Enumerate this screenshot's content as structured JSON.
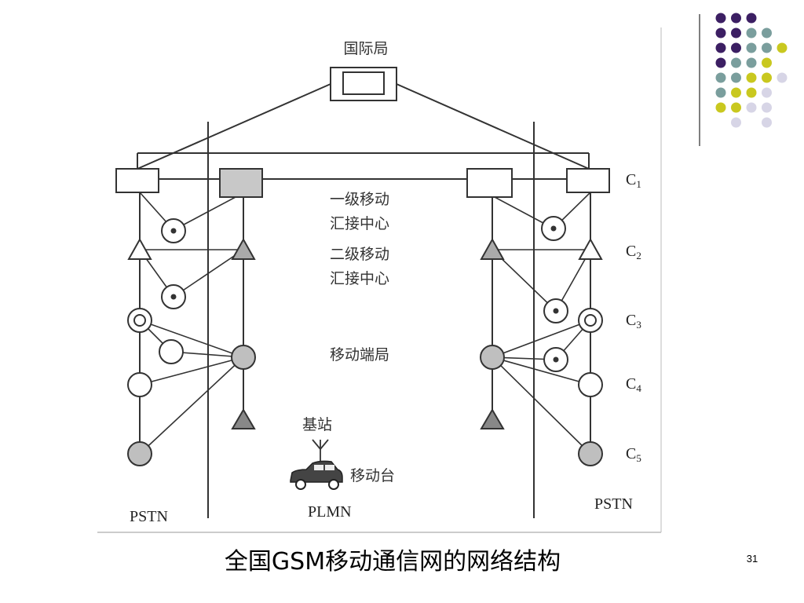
{
  "slide": {
    "caption": "全国GSM移动通信网的网络结构",
    "page_number": "31"
  },
  "diagram": {
    "top_node_label": "国际局",
    "level_labels": [
      "C1",
      "C2",
      "C3",
      "C4",
      "C5"
    ],
    "center_labels": {
      "tier1_line1": "一级移动",
      "tier1_line2": "汇接中心",
      "tier2_line1": "二级移动",
      "tier2_line2": "汇接中心",
      "end_office": "移动端局",
      "base_station": "基站",
      "mobile_station": "移动台"
    },
    "network_labels": {
      "left": "PSTN",
      "center": "PLMN",
      "right": "PSTN"
    }
  },
  "colors": {
    "purple": "#3c1f63",
    "teal": "#7a9e9d",
    "yellow": "#c9c81f",
    "lavender": "#d7d5e6",
    "node_fill_shaded": "#bfbfbf",
    "line": "#333333"
  },
  "icons": {
    "dot_grid": "decorative-dot-grid-icon",
    "car": "car-icon",
    "antenna": "antenna-icon"
  }
}
